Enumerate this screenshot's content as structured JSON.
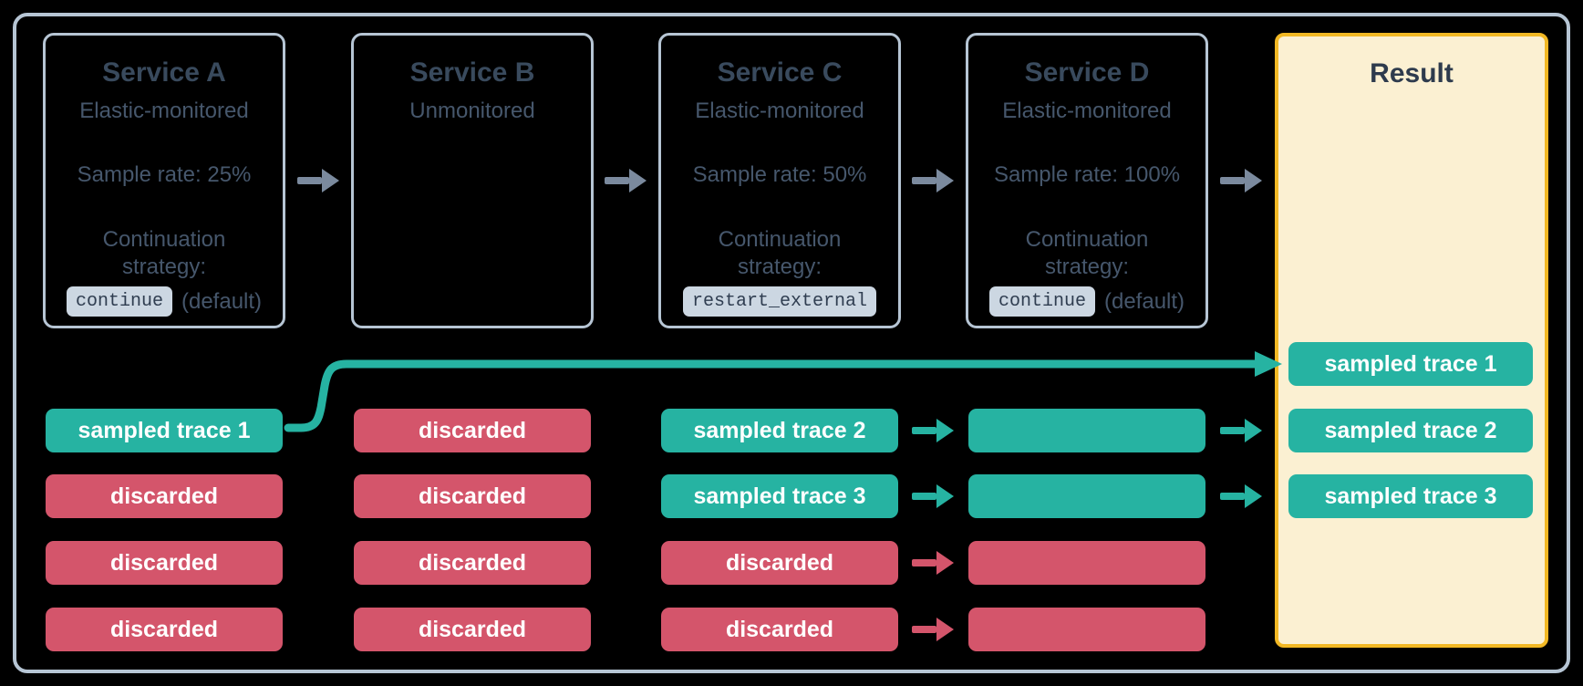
{
  "diagram": {
    "services": [
      {
        "title": "Service A",
        "subtitle": "Elastic-monitored",
        "sample_rate": "Sample rate: 25%",
        "continuation_label": "Continuation strategy:",
        "code": "continue",
        "code_suffix": "(default)",
        "traces": [
          {
            "label": "sampled trace 1",
            "status": "sampled"
          },
          {
            "label": "discarded",
            "status": "discarded"
          },
          {
            "label": "discarded",
            "status": "discarded"
          },
          {
            "label": "discarded",
            "status": "discarded"
          }
        ]
      },
      {
        "title": "Service B",
        "subtitle": "Unmonitored",
        "traces": [
          {
            "label": "discarded",
            "status": "discarded"
          },
          {
            "label": "discarded",
            "status": "discarded"
          },
          {
            "label": "discarded",
            "status": "discarded"
          },
          {
            "label": "discarded",
            "status": "discarded"
          }
        ]
      },
      {
        "title": "Service C",
        "subtitle": "Elastic-monitored",
        "sample_rate": "Sample rate: 50%",
        "continuation_label": "Continuation strategy:",
        "code": "restart_external",
        "code_suffix": "",
        "traces": [
          {
            "label": "sampled trace 2",
            "status": "sampled"
          },
          {
            "label": "sampled trace 3",
            "status": "sampled"
          },
          {
            "label": "discarded",
            "status": "discarded"
          },
          {
            "label": "discarded",
            "status": "discarded"
          }
        ]
      },
      {
        "title": "Service D",
        "subtitle": "Elastic-monitored",
        "sample_rate": "Sample rate: 100%",
        "continuation_label": "Continuation strategy:",
        "code": "continue",
        "code_suffix": "(default)",
        "traces": [
          {
            "label": "",
            "status": "sampled"
          },
          {
            "label": "",
            "status": "sampled"
          },
          {
            "label": "",
            "status": "discarded"
          },
          {
            "label": "",
            "status": "discarded"
          }
        ]
      }
    ],
    "result": {
      "title": "Result",
      "traces": [
        {
          "label": "sampled trace 1",
          "status": "sampled"
        },
        {
          "label": "sampled trace 2",
          "status": "sampled"
        },
        {
          "label": "sampled trace 3",
          "status": "sampled"
        }
      ]
    }
  },
  "colors": {
    "canvas_bg": "#000000",
    "border_gray": "#b6c5d4",
    "arrow_gray": "#7b8a9e",
    "teal": "#26b3a2",
    "red": "#d4556b",
    "chip_text": "#ffffff",
    "box_title": "#394a5d",
    "box_text": "#46576c",
    "code_bg": "#ccd7e2",
    "code_text": "#2f3d50",
    "result_bg": "#fbf0d2",
    "result_border": "#f2b824",
    "result_title": "#2e3b4d"
  }
}
